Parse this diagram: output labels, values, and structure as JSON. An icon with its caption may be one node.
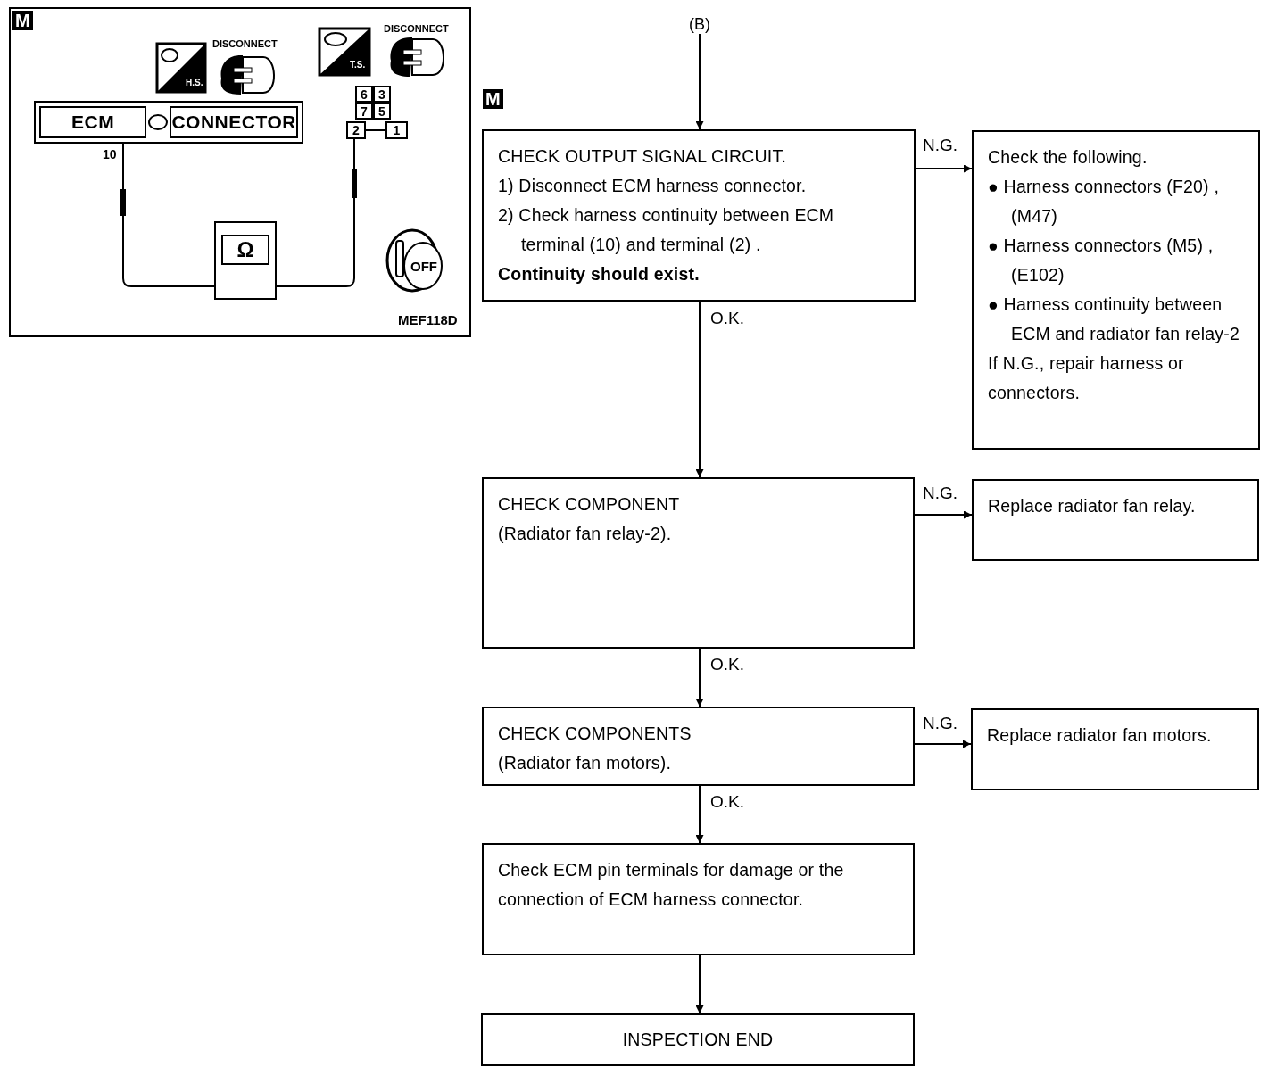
{
  "diagram": {
    "nodes": [
      {
        "text": [
          "ECM",
          "CONNECTOR"
        ]
      },
      {
        "text": [
          "6"
        ]
      },
      {
        "text": [
          "3"
        ]
      },
      {
        "text": [
          "7"
        ]
      },
      {
        "text": [
          "5"
        ]
      },
      {
        "text": [
          "2"
        ]
      },
      {
        "text": [
          "1"
        ]
      },
      {
        "text": [
          "Ω"
        ]
      },
      {
        "text": [
          "(B)"
        ]
      },
      {
        "text": [
          "CHECK OUTPUT SIGNAL CIRCUIT.",
          "1) Disconnect ECM harness connector.",
          "2) Check harness continuity between ECM terminal (10) and terminal (2) .",
          "**Continuity should exist.**"
        ]
      },
      {
        "text": [
          "Check the following.",
          "● Harness connectors (F20) , (M47)",
          "● Harness connectors (M5) , (E102)",
          "● Harness continuity between ECM and radiator fan relay-2",
          "If N.G., repair harness or connectors."
        ]
      },
      {
        "text": [
          "CHECK COMPONENT",
          "(Radiator fan relay-2)."
        ]
      },
      {
        "text": [
          "Replace radiator fan relay."
        ]
      },
      {
        "text": [
          "CHECK COMPONENTS",
          "(Radiator fan motors)."
        ]
      },
      {
        "text": [
          "Replace radiator fan motors."
        ]
      },
      {
        "text": [
          "Check ECM pin terminals for damage or the connection of ECM harness connector."
        ]
      },
      {
        "text": [
          "INSPECTION END"
        ]
      }
    ],
    "edges": [
      {
        "from": 0,
        "to": 7,
        "arrow": "none"
      },
      {
        "from": 7,
        "to": 5,
        "arrow": "none"
      },
      {
        "from": 5,
        "to": 6,
        "arrow": "none"
      },
      {
        "from": 8,
        "to": 9,
        "arrow": "to"
      },
      {
        "from": 9,
        "to": 10,
        "arrow": "to",
        "label": "N.G."
      },
      {
        "from": 9,
        "to": 11,
        "arrow": "to",
        "label": "O.K."
      },
      {
        "from": 11,
        "to": 12,
        "arrow": "to",
        "label": "N.G."
      },
      {
        "from": 11,
        "to": 13,
        "arrow": "to",
        "label": "O.K."
      },
      {
        "from": 13,
        "to": 14,
        "arrow": "to",
        "label": "N.G."
      },
      {
        "from": 13,
        "to": 15,
        "arrow": "to",
        "label": "O.K."
      },
      {
        "from": 15,
        "to": 16,
        "arrow": "to"
      }
    ],
    "labels": [
      "M",
      "H.S.",
      "DISCONNECT",
      "T.S.",
      "DISCONNECT",
      "10",
      "OFF",
      "MEF118D",
      "M"
    ]
  }
}
